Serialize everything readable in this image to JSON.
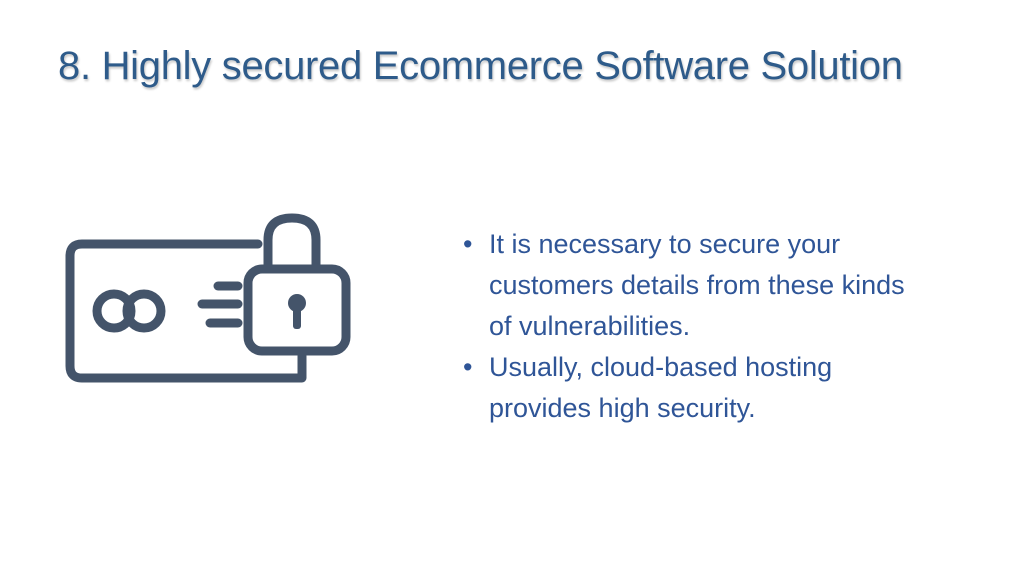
{
  "slide": {
    "title": "8. Highly secured Ecommerce Software Solution",
    "bullets": [
      "It is necessary to secure your customers details from these kinds of vulnerabilities.",
      "Usually, cloud-based hosting provides high security."
    ],
    "bullet_symbol": "•"
  },
  "colors": {
    "title": "#2E5B8A",
    "text": "#2F5597",
    "icon": "#44546A",
    "background": "#FFFFFF"
  },
  "illustration": {
    "icon_name": "secure-card-lock-icon"
  }
}
